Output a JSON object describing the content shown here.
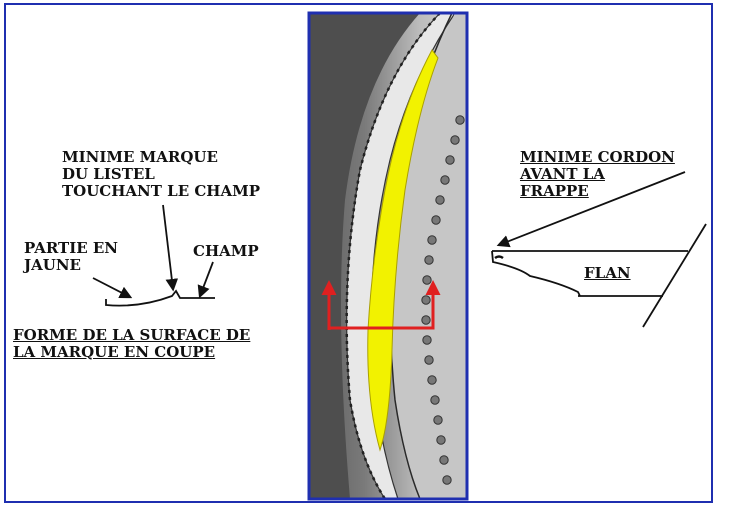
{
  "colors": {
    "border": "#1f2fb0",
    "highlight_yellow": "#f2f200",
    "arrow_red": "#e02020",
    "text": "#111111"
  },
  "labels": {
    "minime_marque": "MINIME MARQUE\nDU LISTEL\nTOUCHANT LE CHAMP",
    "partie_en_jaune": "PARTIE EN\nJAUNE",
    "champ": "CHAMP",
    "forme_surface": "FORME DE LA SURFACE DE\nLA MARQUE EN COUPE",
    "minime_cordon": "MINIME CORDON\nAVANT LA\nFRAPPE",
    "flan": "FLAN"
  }
}
